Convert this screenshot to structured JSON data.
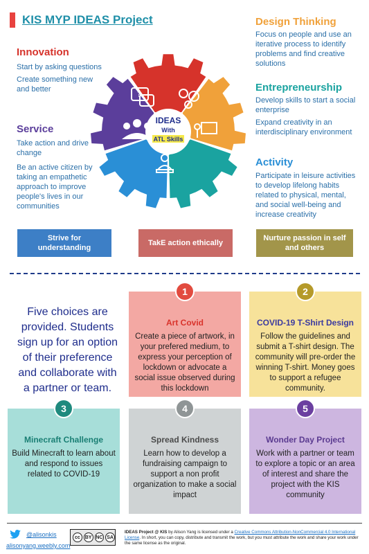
{
  "title": "KIS MYP IDEAS Project",
  "sections": {
    "innovation": {
      "heading": "Innovation",
      "items": [
        "Start by asking questions",
        "Create something new and better"
      ]
    },
    "service": {
      "heading": "Service",
      "items": [
        "Take action and drive change",
        "Be an active citizen by taking an empathetic approach to improve people's lives in our communities"
      ]
    },
    "design": {
      "heading": "Design Thinking",
      "items": [
        "Focus on people and use an iterative process to identify problems and find creative solutions"
      ]
    },
    "entrepreneurship": {
      "heading": "Entrepreneurship",
      "items": [
        "Develop skills to start a social enterprise",
        "Expand creativity in an interdisciplinary environment"
      ]
    },
    "activity": {
      "heading": "Activity",
      "items": [
        "Participate in leisure activities to develop lifelong habits related to physical, mental, and social well-being and increase creativity"
      ]
    }
  },
  "gear": {
    "line1": "IDEAS",
    "line2": "With",
    "line3": "ATL Skills",
    "colors": [
      "#d6332b",
      "#f0a13a",
      "#1aa3a0",
      "#2a8fd6",
      "#5b3e9b"
    ]
  },
  "pills": [
    "Strive for understanding",
    "TakE action ethically",
    "Nurture passion in self and others"
  ],
  "intro": "Five choices are provided. Students sign up for an option of their preference and collaborate with a partner or team.",
  "cards": [
    {
      "num": "1",
      "title": "Art Covid",
      "desc": "Create a piece of artwork, in your prefered medium, to express your perception of lockdown or advocate a social issue observed during this lockdown"
    },
    {
      "num": "2",
      "title": "COVID-19 T-Shirt Design",
      "desc": "Follow the guidelines and submit a T-shirt design. The community will pre-order the winning T-shirt. Money goes to support a refugee community."
    },
    {
      "num": "3",
      "title": "Minecraft Challenge",
      "desc": "Build Minecraft to learn about and respond to issues related to COVID-19"
    },
    {
      "num": "4",
      "title": "Spread Kindness",
      "desc": "Learn how to develop  a fundraising campaign to support a non profit organization to make a social impact"
    },
    {
      "num": "5",
      "title": "Wonder Day Project",
      "desc": "Work with a partner or team to explore a topic or an area of interest and share the project with the KIS community"
    }
  ],
  "footer": {
    "twitter": "@alisonkis",
    "site": "alisonyang.weebly.com",
    "cc_labels": [
      "cc",
      "BY",
      "NC",
      "SA"
    ],
    "license_bold": "IDEAS Project @ KIS",
    "license_text1": " by Alison Yang is licensed under a ",
    "license_link": "Creative Commons Attribution-NonCommercial 4.0 International License",
    "license_text2": ". In short, you can copy, distribute and transmit the work, but you must attribute the work and share your work under the same license as the original."
  }
}
